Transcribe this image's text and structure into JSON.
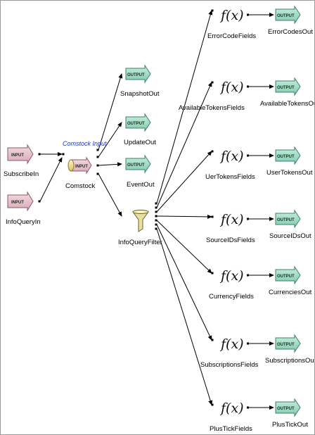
{
  "inputs": [
    {
      "id": "subscribe",
      "badge": "INPUT",
      "label": "SubscribeIn"
    },
    {
      "id": "infoquery",
      "badge": "INPUT",
      "label": "InfoQueryIn"
    }
  ],
  "comstock": {
    "badge": "INPUT",
    "label": "Comstock",
    "annotation": "Comstock Input"
  },
  "outputs_mid": [
    {
      "id": "snapshot",
      "badge": "OUTPUT",
      "label": "SnapshotOut"
    },
    {
      "id": "update",
      "badge": "OUTPUT",
      "label": "UpdateOut"
    },
    {
      "id": "event",
      "badge": "OUTPUT",
      "label": "EventOut"
    }
  ],
  "filter": {
    "label": "InfoQueryFilter",
    "icon": "funnel-icon"
  },
  "field_rows": [
    {
      "id": "errorcode",
      "fx": "f(x)",
      "field_label": "ErrorCodeFields",
      "badge": "OUTPUT",
      "out_label": "ErrorCodesOut"
    },
    {
      "id": "availabletokens",
      "fx": "f(x)",
      "field_label": "AvailableTokensFields",
      "badge": "OUTPUT",
      "out_label": "AvailableTokensOut"
    },
    {
      "id": "usertokens",
      "fx": "f(x)",
      "field_label": "UerTokensFields",
      "badge": "OUTPUT",
      "out_label": "UserTokensOut"
    },
    {
      "id": "sourceids",
      "fx": "f(x)",
      "field_label": "SourceIDsFields",
      "badge": "OUTPUT",
      "out_label": "SourceIDsOut"
    },
    {
      "id": "currency",
      "fx": "f(x)",
      "field_label": "CurrencyFields",
      "badge": "OUTPUT",
      "out_label": "CurrenciesOut"
    },
    {
      "id": "subscriptions",
      "fx": "f(x)",
      "field_label": "SubscriptionsFields",
      "badge": "OUTPUT",
      "out_label": "SubscriptionsOut"
    },
    {
      "id": "plustick",
      "fx": "f(x)",
      "field_label": "PlusTickFields",
      "badge": "OUTPUT",
      "out_label": "PlusTickOut"
    }
  ],
  "colors": {
    "input_fill": "#e7c6cf",
    "input_stroke": "#8a5a66",
    "output_fill": "#a9e3cd",
    "output_stroke": "#3f7f68",
    "line": "#000000",
    "annotation": "#1a36d6"
  }
}
